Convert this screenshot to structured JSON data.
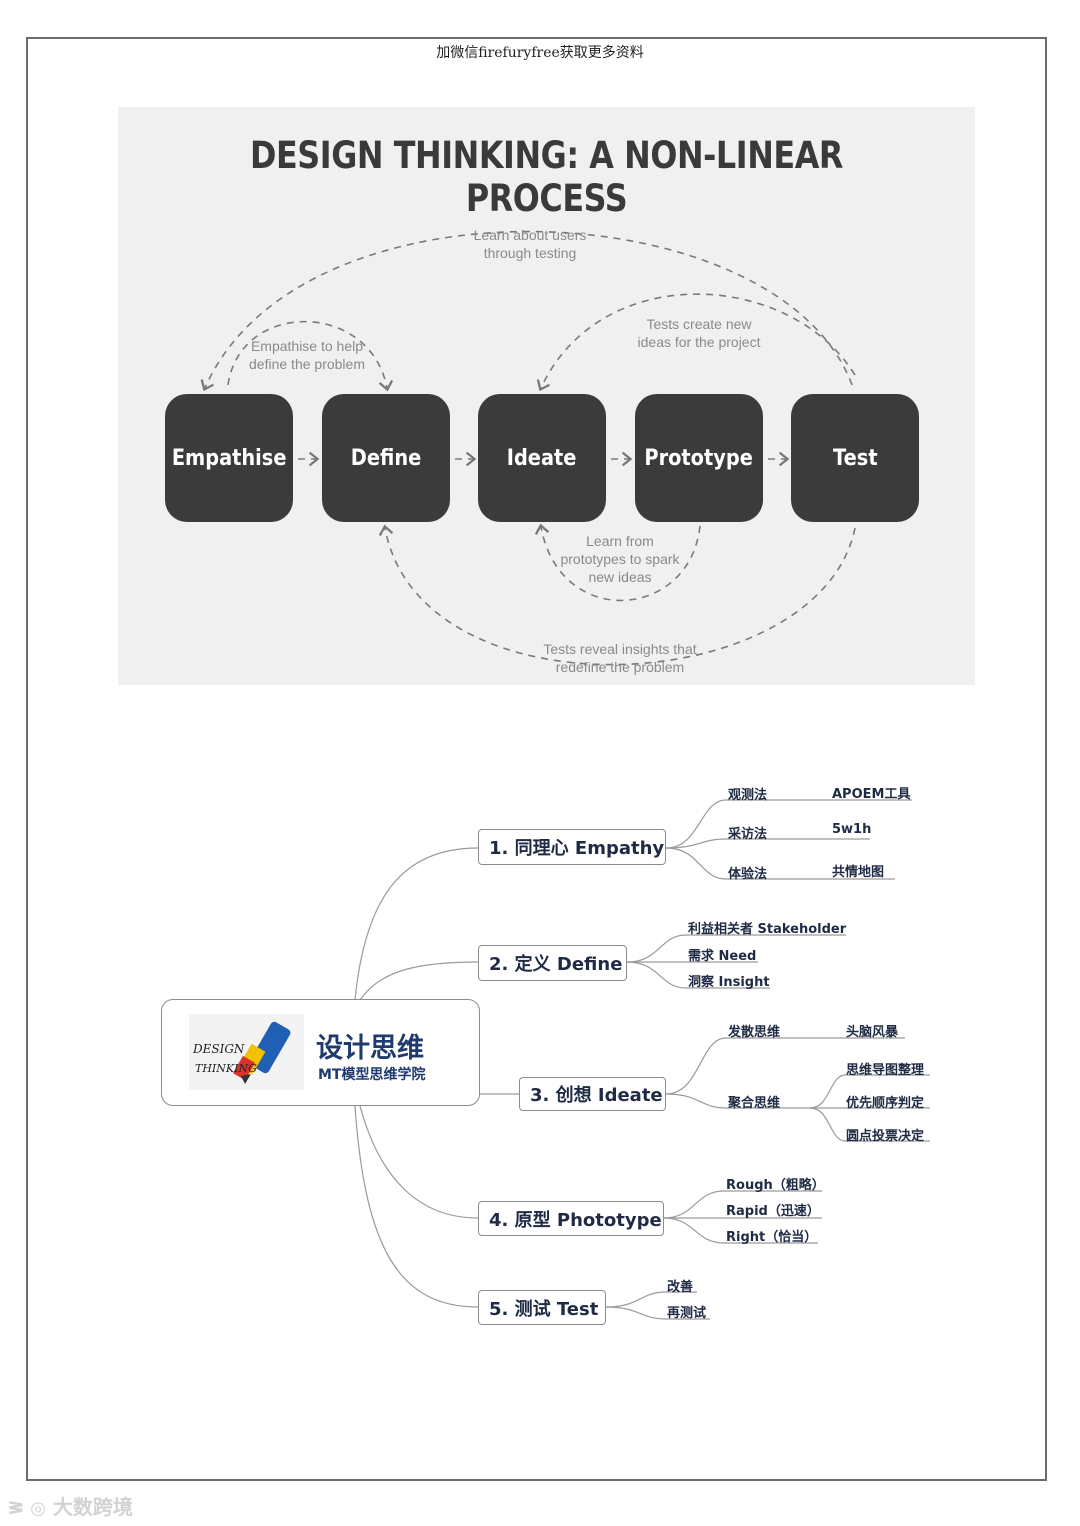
{
  "header_note": "加微信firefuryfree获取更多资料",
  "design_thinking": {
    "title": "DESIGN THINKING: A NON-LINEAR PROCESS",
    "stages": [
      "Empathise",
      "Define",
      "Ideate",
      "Prototype",
      "Test"
    ],
    "notes": {
      "learn_users": "Learn about users\nthrough testing",
      "empathise_help": "Empathise to help\ndefine the problem",
      "tests_create": "Tests create new\nideas for the project",
      "learn_prototypes": "Learn from\nprototypes to spark\nnew ideas",
      "tests_reveal": "Tests reveal insights that\nredefine the problem"
    }
  },
  "mindmap": {
    "center": {
      "title": "设计思维",
      "subtitle": "MT模型思维学院",
      "logo_text_1": "DESIGN",
      "logo_text_2": "THINKING"
    },
    "branches": [
      {
        "label": "1. 同理心 Empathy",
        "leaves": [
          {
            "name": "观测法",
            "value": "APOEM工具"
          },
          {
            "name": "采访法",
            "value": "5w1h"
          },
          {
            "name": "体验法",
            "value": "共情地图"
          }
        ]
      },
      {
        "label": "2. 定义 Define",
        "leaves": [
          "利益相关者 Stakeholder",
          "需求 Need",
          "洞察 Insight"
        ]
      },
      {
        "label": "3. 创想 Ideate",
        "leaves": [
          {
            "name": "发散思维",
            "items": [
              "头脑风暴"
            ]
          },
          {
            "name": "聚合思维",
            "items": [
              "思维导图整理",
              "优先顺序判定",
              "圆点投票决定"
            ]
          }
        ]
      },
      {
        "label": "4. 原型 Phototype",
        "leaves": [
          "Rough（粗略）",
          "Rapid（迅速）",
          "Right（恰当）"
        ]
      },
      {
        "label": "5. 测试 Test",
        "leaves": [
          "改善",
          "再测试"
        ]
      }
    ]
  },
  "watermark": "大数跨境"
}
